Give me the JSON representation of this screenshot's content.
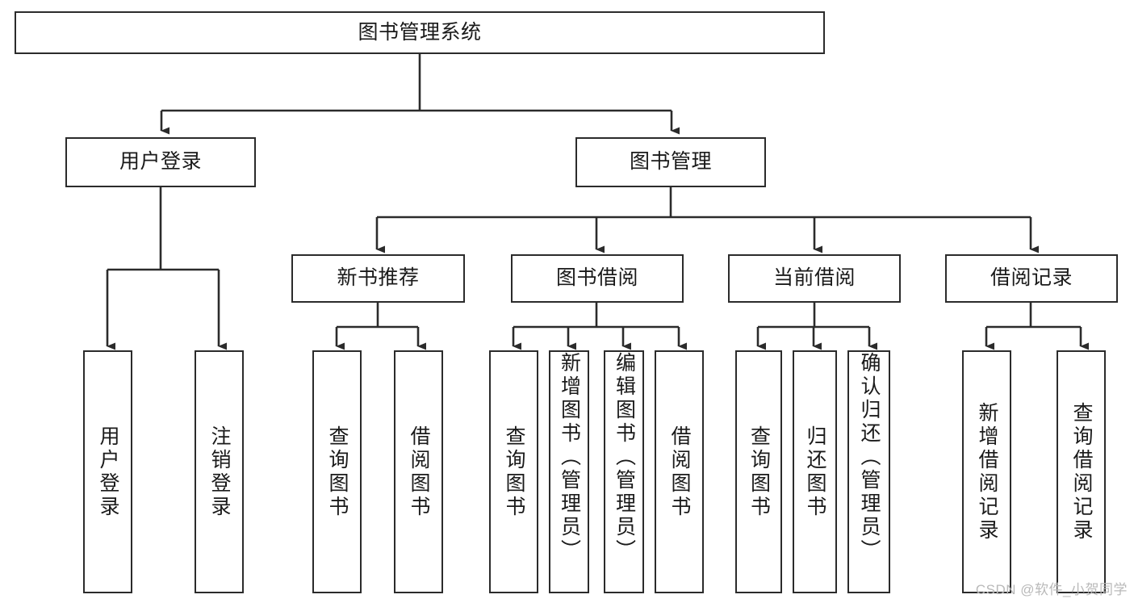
{
  "diagram": {
    "kind": "tree-structure-chart",
    "title": "图书管理系统",
    "colors": {
      "box_border": "#2b2b2b",
      "box_fill": "#ffffff",
      "edge": "#2b2b2b",
      "canvas": "#ffffff",
      "watermark": "#b9b9b9"
    },
    "watermark": "CSDN @软件_小贺同学",
    "nodes": {
      "root": {
        "label": "图书管理系统"
      },
      "level1": [
        {
          "id": "user-login",
          "label": "用户登录"
        },
        {
          "id": "book-manage",
          "label": "图书管理"
        }
      ],
      "level2": [
        {
          "id": "new-book-recommend",
          "label": "新书推荐"
        },
        {
          "id": "book-borrow",
          "label": "图书借阅"
        },
        {
          "id": "current-borrow",
          "label": "当前借阅"
        },
        {
          "id": "borrow-record",
          "label": "借阅记录"
        }
      ],
      "leaves": [
        {
          "id": "leaf-user-login",
          "label": "用户登录",
          "parent": "user-login"
        },
        {
          "id": "leaf-logout",
          "label": "注销登录",
          "parent": "user-login"
        },
        {
          "id": "leaf-query-book-1",
          "label": "查询图书",
          "parent": "new-book-recommend"
        },
        {
          "id": "leaf-borrow-book-1",
          "label": "借阅图书",
          "parent": "new-book-recommend"
        },
        {
          "id": "leaf-query-book-2",
          "label": "查询图书",
          "parent": "book-borrow"
        },
        {
          "id": "leaf-add-book",
          "label": "新增图书（管理员）",
          "parent": "book-borrow"
        },
        {
          "id": "leaf-edit-book",
          "label": "编辑图书（管理员）",
          "parent": "book-borrow"
        },
        {
          "id": "leaf-borrow-book-2",
          "label": "借阅图书",
          "parent": "book-borrow"
        },
        {
          "id": "leaf-query-book-3",
          "label": "查询图书",
          "parent": "current-borrow"
        },
        {
          "id": "leaf-return-book",
          "label": "归还图书",
          "parent": "current-borrow"
        },
        {
          "id": "leaf-confirm-return",
          "label": "确认归还（管理员）",
          "parent": "current-borrow"
        },
        {
          "id": "leaf-add-record",
          "label": "新增借阅记录",
          "parent": "borrow-record"
        },
        {
          "id": "leaf-query-record",
          "label": "查询借阅记录",
          "parent": "borrow-record"
        }
      ]
    }
  }
}
